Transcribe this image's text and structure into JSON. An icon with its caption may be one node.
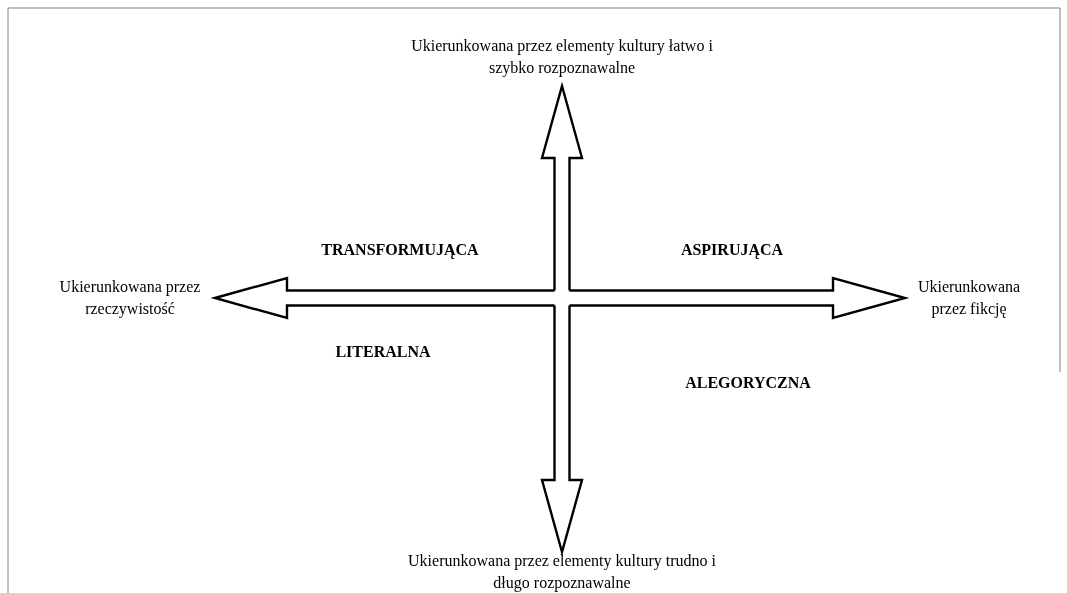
{
  "diagram": {
    "nodes": [
      {
        "text": [
          "Ukierunkowana przez elementy kultury łatwo i szybko rozpoznawalne"
        ]
      },
      {
        "text": [
          "Ukierunkowana przez fikcję"
        ]
      },
      {
        "text": [
          "Ukierunkowana przez elementy kultury trudno i długo rozpoznawalne"
        ]
      },
      {
        "text": [
          "Ukierunkowana przez rzeczywistość"
        ]
      }
    ],
    "edges": [
      {
        "from": 3,
        "to": 1,
        "arrow": "both"
      },
      {
        "from": 0,
        "to": 2,
        "arrow": "both"
      }
    ],
    "labels": [
      "TRANSFORMUJĄCA",
      "ASPIRUJĄCA",
      "LITERALNA",
      "ALEGORYCZNA"
    ]
  }
}
